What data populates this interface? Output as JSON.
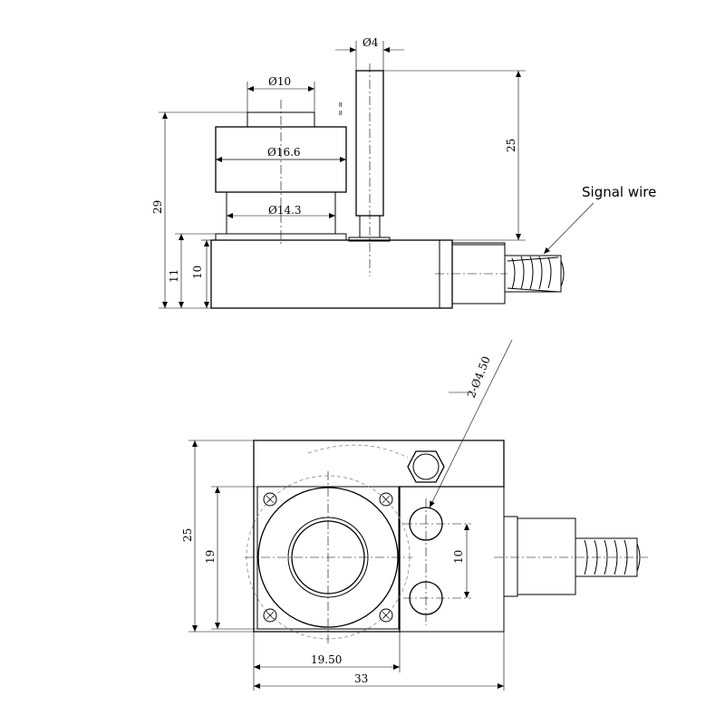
{
  "side_view": {
    "dims": {
      "d4": "Ø4",
      "d10": "Ø10",
      "d16_6": "Ø16.6",
      "d14_3": "Ø14.3",
      "h25": "25",
      "h29": "29",
      "h11": "11",
      "h10": "10"
    },
    "signal_label": "Signal wire"
  },
  "top_view": {
    "dims": {
      "holes": "2-Ø4.50",
      "w25": "25",
      "w19": "19",
      "s10": "10",
      "l19_50": "19.50",
      "l33": "33"
    }
  }
}
